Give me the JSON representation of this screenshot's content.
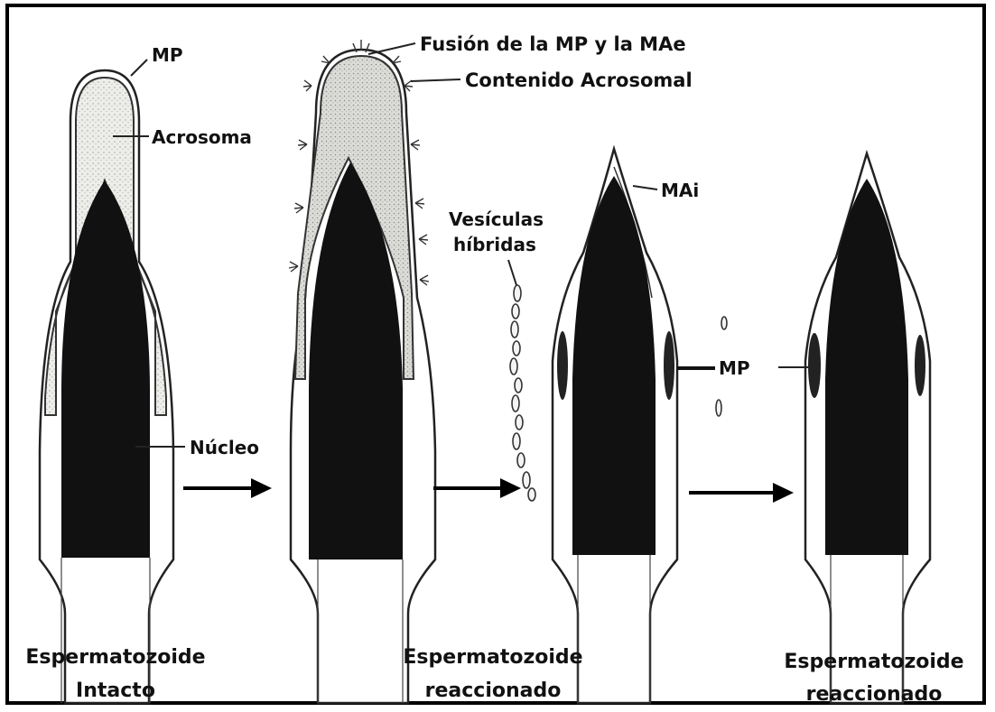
{
  "labels": {
    "mp_top": "MP",
    "acrosoma": "Acrosoma",
    "nucleo": "Núcleo",
    "fusion": "Fusión de la MP y la MAe",
    "contenido": "Contenido Acrosomal",
    "vesiculas_1": "Vesículas",
    "vesiculas_2": "híbridas",
    "mai": "MAi",
    "mp_right": "MP"
  },
  "captions": [
    {
      "line1": "Espermatozoide",
      "line2": "Intacto"
    },
    {
      "line1": "Espermatozoide",
      "line2": "reaccionado"
    },
    {
      "line1": "Espermatozoide",
      "line2": "reaccionado"
    }
  ],
  "colors": {
    "nucleus": "#111111",
    "acrosome_fill": "#e6e6e2",
    "outline": "#222222"
  }
}
